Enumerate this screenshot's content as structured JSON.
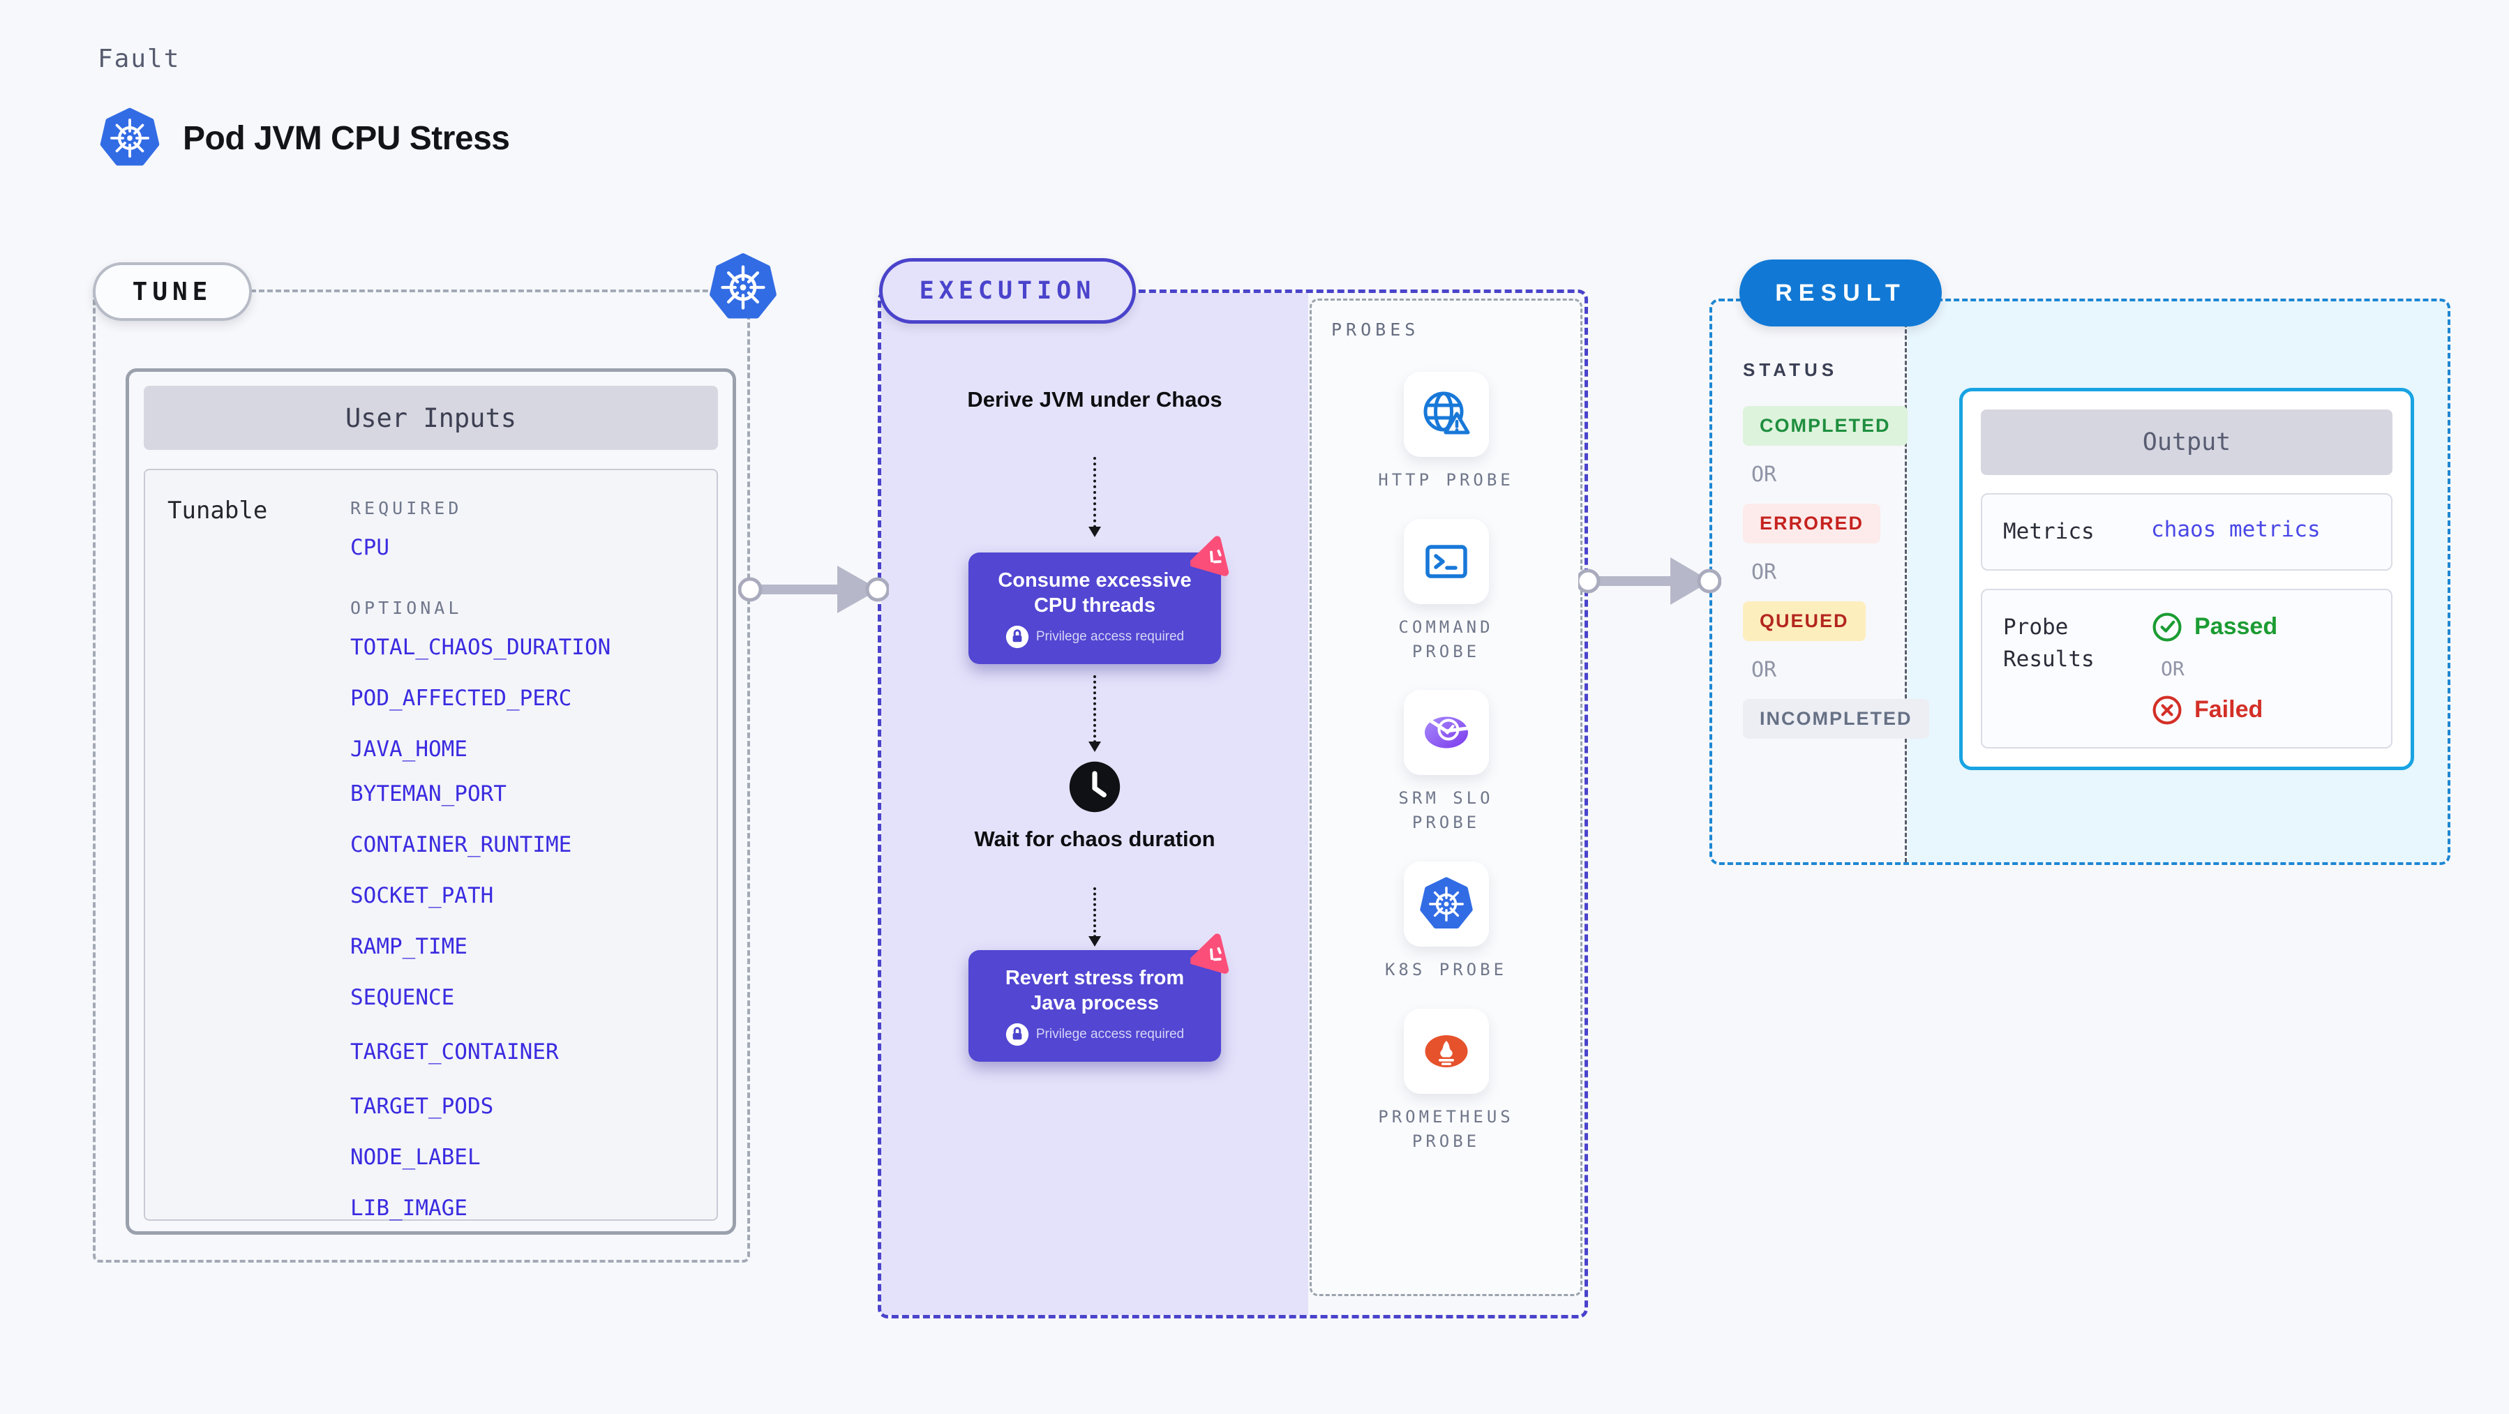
{
  "header": {
    "kicker": "Fault",
    "title": "Pod JVM CPU Stress"
  },
  "tune": {
    "label": "TUNE",
    "panel_title": "User Inputs",
    "row_label": "Tunable",
    "required_heading": "REQUIRED",
    "optional_heading": "OPTIONAL",
    "required_params": [
      "CPU"
    ],
    "optional_params": [
      "TOTAL_CHAOS_DURATION",
      "POD_AFFECTED_PERC",
      "JAVA_HOME",
      "BYTEMAN_PORT",
      "CONTAINER_RUNTIME",
      "SOCKET_PATH",
      "RAMP_TIME",
      "SEQUENCE",
      "TARGET_CONTAINER",
      "TARGET_PODS",
      "NODE_LABEL",
      "LIB_IMAGE"
    ]
  },
  "execution": {
    "label": "EXECUTION",
    "derive_step": "Derive JVM under Chaos",
    "consume_step": "Consume excessive CPU threads",
    "wait_step": "Wait for chaos duration",
    "revert_step": "Revert stress from Java process",
    "privilege_note": "Privilege access required"
  },
  "probes": {
    "label": "PROBES",
    "items": [
      {
        "label": "HTTP PROBE",
        "icon": "globe-alert-icon"
      },
      {
        "label": "COMMAND PROBE",
        "icon": "terminal-icon"
      },
      {
        "label": "SRM SLO PROBE",
        "icon": "slo-pie-icon"
      },
      {
        "label": "K8S PROBE",
        "icon": "kubernetes-icon"
      },
      {
        "label": "PROMETHEUS PROBE",
        "icon": "prometheus-icon"
      }
    ]
  },
  "result": {
    "label": "RESULT",
    "status_heading": "STATUS",
    "or_label": "OR",
    "statuses": [
      {
        "label": "COMPLETED",
        "text_color": "#1e8e3e",
        "bg_color": "#ddf3dc"
      },
      {
        "label": "ERRORED",
        "text_color": "#c5221f",
        "bg_color": "#fcebea"
      },
      {
        "label": "QUEUED",
        "text_color": "#b3261e",
        "bg_color": "#fdeebe"
      },
      {
        "label": "INCOMPLETED",
        "text_color": "#667085",
        "bg_color": "#eceef4"
      }
    ],
    "output": {
      "title": "Output",
      "metrics_label": "Metrics",
      "metrics_value": "chaos metrics",
      "probe_results_label": "Probe Results",
      "passed_label": "Passed",
      "or_label": "OR",
      "failed_label": "Failed"
    }
  },
  "colors": {
    "kubernetes_blue": "#326CE5",
    "execution_indigo": "#4a43cb",
    "node_fill": "#5246d2",
    "chaos_pink": "#fb4e79",
    "result_blue": "#1179d5",
    "output_border": "#18a3e2",
    "param_link_blue": "#3a2be0"
  }
}
